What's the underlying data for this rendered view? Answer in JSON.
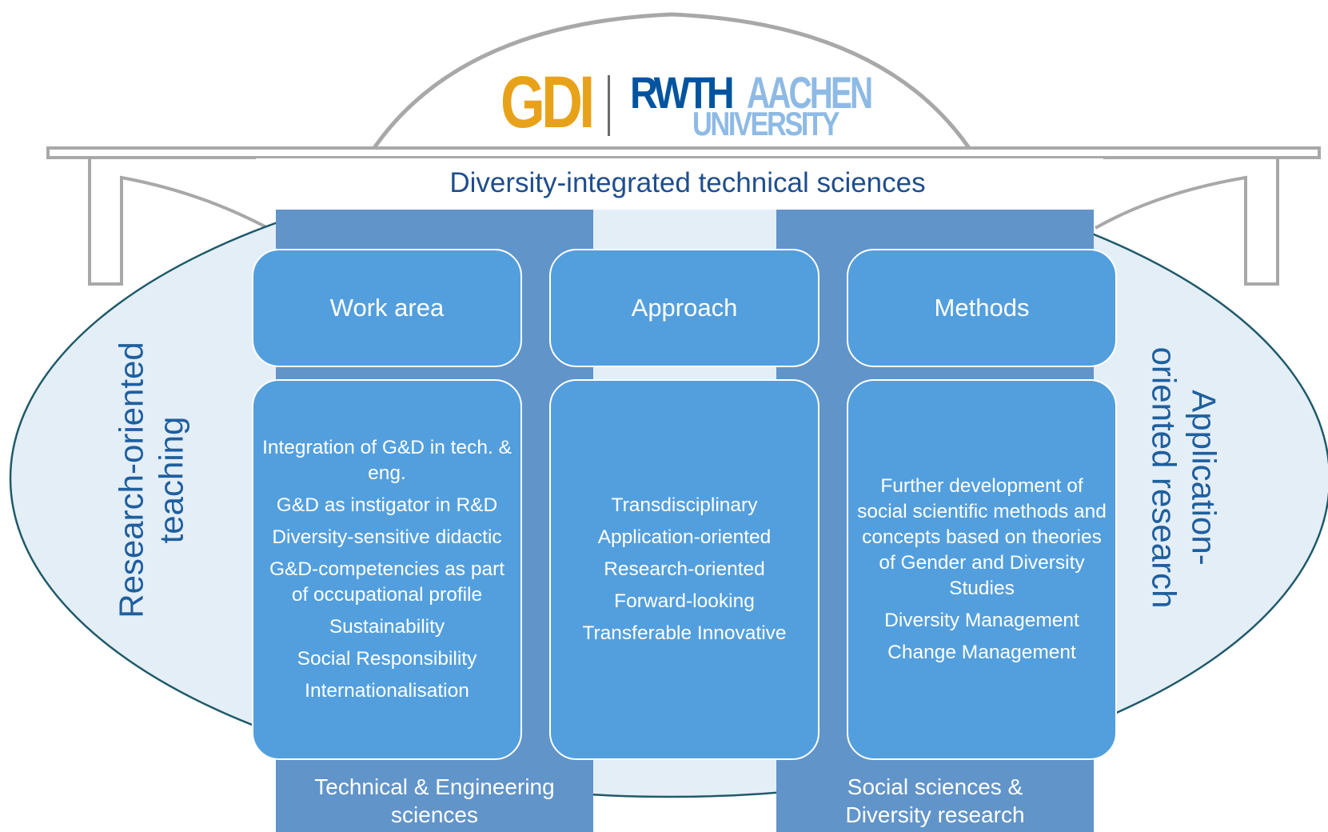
{
  "logo": {
    "gdi": "GDI",
    "rwth": "RWTH",
    "aachen": "AACHEN",
    "university": "UNIVERSITY"
  },
  "title": "Diversity-integrated technical sciences",
  "left_label": [
    "Research-oriented",
    "teaching"
  ],
  "right_label": [
    "Application-",
    "oriented research"
  ],
  "columns": [
    {
      "header": "Work area",
      "items": [
        "Integration of G&D in tech. & eng.",
        "G&D as instigator in R&D",
        "Diversity-sensitive didactic",
        "G&D-competencies as part of occupational profile",
        "Sustainability",
        "Social Responsibility",
        "Internationalisation"
      ]
    },
    {
      "header": "Approach",
      "items": [
        "Transdisciplinary",
        "Application-oriented",
        "Research-oriented",
        "Forward-looking",
        "Transferable Innovative"
      ]
    },
    {
      "header": "Methods",
      "items": [
        "Further development of social scientific methods and concepts based on theories of Gender and Diversity Studies",
        "Diversity Management",
        "Change Management"
      ]
    }
  ],
  "pillars": [
    {
      "label": [
        "Technical & Engineering",
        "sciences"
      ]
    },
    {
      "label": [
        "Social sciences &",
        "Diversity research"
      ]
    }
  ],
  "colors": {
    "box": "#539fdd",
    "pillar": "#6194c9",
    "ellipse_fill": "#e4eef7",
    "ellipse_stroke": "#1f5a6a",
    "title": "#1f4e8c",
    "gdi": "#e8a21a",
    "rwth": "#00549f",
    "aachen": "#8ebae5"
  }
}
